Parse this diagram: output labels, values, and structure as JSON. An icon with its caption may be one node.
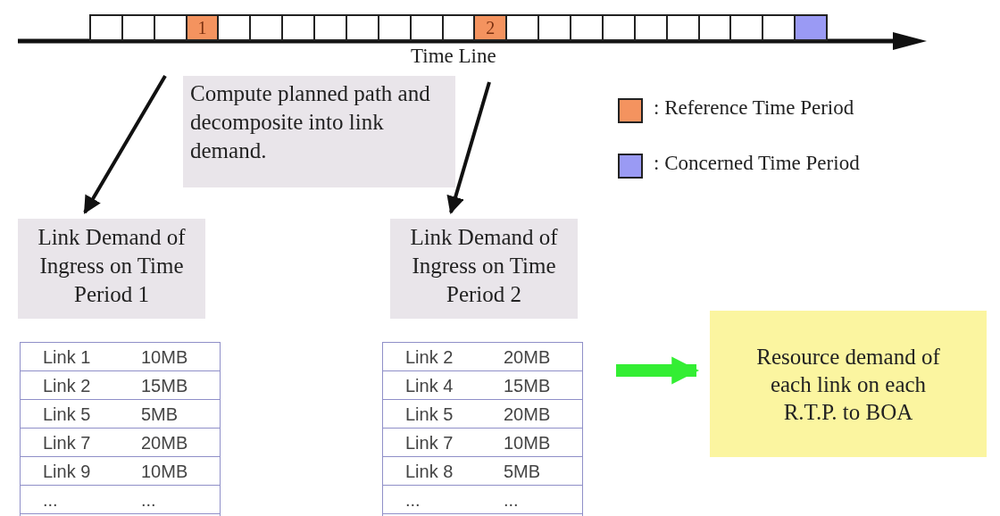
{
  "diagram": {
    "nodes": [
      {
        "text": [],
        "shape": "box"
      },
      {
        "text": [],
        "shape": "box"
      },
      {
        "text": [],
        "shape": "box"
      },
      {
        "text": [
          "1"
        ]
      },
      {
        "text": [],
        "shape": "box"
      },
      {
        "text": [],
        "shape": "box"
      },
      {
        "text": [],
        "shape": "box"
      },
      {
        "text": [],
        "shape": "box"
      },
      {
        "text": [],
        "shape": "box"
      },
      {
        "text": [],
        "shape": "box"
      },
      {
        "text": [],
        "shape": "box"
      },
      {
        "text": [],
        "shape": "box"
      },
      {
        "text": [
          "2"
        ]
      },
      {
        "text": [],
        "shape": "box"
      },
      {
        "text": [],
        "shape": "box"
      },
      {
        "text": [],
        "shape": "box"
      },
      {
        "text": [],
        "shape": "box"
      },
      {
        "text": [],
        "shape": "box"
      },
      {
        "text": [],
        "shape": "box"
      },
      {
        "text": [],
        "shape": "box"
      },
      {
        "text": [],
        "shape": "box"
      },
      {
        "text": [],
        "shape": "box"
      },
      {
        "text": [],
        "shape": "box"
      },
      {
        "text": [
          "Compute planned path and decomposite into link demand."
        ]
      },
      {
        "text": [
          "Link Demand of Ingress on Time Period 1"
        ]
      },
      {
        "text": [
          "Link Demand of Ingress on Time Period 2"
        ]
      },
      {
        "text": [
          "Resource demand of each link on each R.T.P. to BOA"
        ]
      }
    ],
    "edges": [
      {
        "from": null,
        "to": 24,
        "arrow": "to"
      },
      {
        "from": null,
        "to": 25,
        "arrow": "to"
      },
      {
        "from": 25,
        "to": 26,
        "arrow": "to",
        "style": "thick",
        "color": "#33ee33"
      }
    ],
    "labels": [
      "Time Line",
      "Link 1",
      "10MB",
      "Link 2",
      "15MB",
      "Link 5",
      "5MB",
      "Link 7",
      "20MB",
      "Link 9",
      "10MB",
      "...",
      "...",
      "Link 2",
      "20MB",
      "Link 4",
      "15MB",
      "Link 5",
      "20MB",
      "Link 7",
      "10MB",
      "Link 8",
      "5MB",
      "...",
      "..."
    ],
    "legend": [
      {
        "text": ": Reference Time Period",
        "color": "#f4935f"
      },
      {
        "text": ": Concerned Time Period",
        "color": "#9a9af4"
      }
    ]
  }
}
